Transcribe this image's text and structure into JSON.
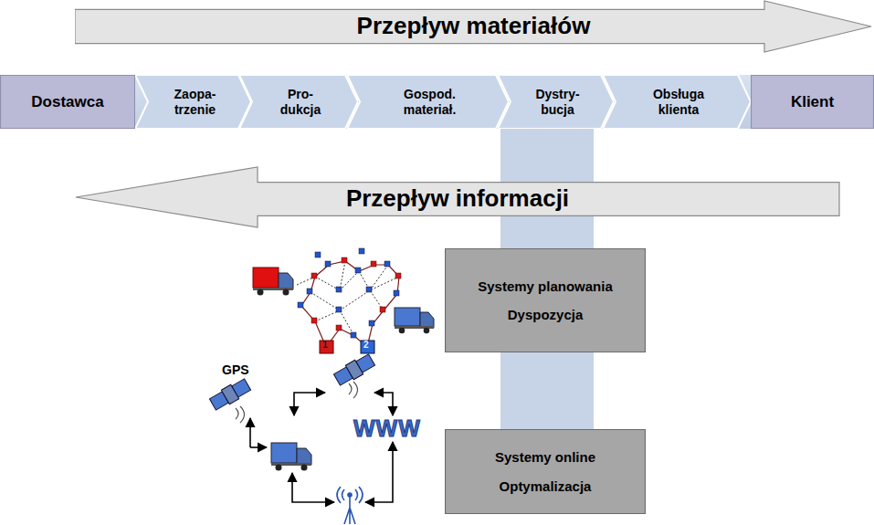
{
  "diagram": {
    "nodes": [
      {
        "text": [
          "Przepływ materiałów"
        ]
      },
      {
        "text": [
          "Dostawca"
        ]
      },
      {
        "text": [
          "Zaopa- trzenie"
        ]
      },
      {
        "text": [
          "Pro- dukcja"
        ]
      },
      {
        "text": [
          "Gospod. materiał."
        ]
      },
      {
        "text": [
          "Dystry- bucja"
        ]
      },
      {
        "text": [
          "Obsługa klienta"
        ]
      },
      {
        "text": [
          "Klient"
        ]
      },
      {
        "text": [
          "Przepływ informacji"
        ]
      },
      {
        "text": [
          "Systemy planowania",
          "Dyspozycja"
        ]
      },
      {
        "text": [
          "Systemy online",
          "Optymalizacja"
        ]
      }
    ],
    "edges": [
      {
        "from": 5,
        "to": 9,
        "arrow": "none"
      },
      {
        "from": 9,
        "to": 10,
        "arrow": "none"
      }
    ],
    "labels": [
      "1",
      "2",
      "GPS",
      "WWW"
    ]
  }
}
